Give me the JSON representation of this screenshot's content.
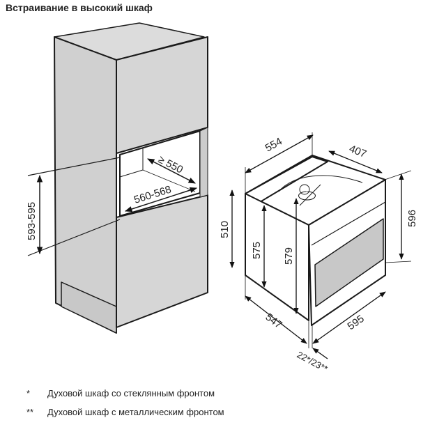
{
  "title": "Встраивание в высокий шкаф",
  "cabinet_dims": {
    "height": "593-595",
    "depth": "≥ 550",
    "width": "560-568"
  },
  "oven_dims": {
    "top_width": "554",
    "top_depth": "407",
    "height_right": "596",
    "height_left": "510",
    "side_575": "575",
    "side_579": "579",
    "depth": "547",
    "width": "595",
    "front": "22*/23**"
  },
  "footnotes": [
    {
      "mark": "*",
      "text": "Духовой шкаф со стеклянным фронтом"
    },
    {
      "mark": "**",
      "text": "Духовой шкаф с металлическим фронтом"
    }
  ],
  "colors": {
    "panel": "#d3d3d3",
    "line": "#1a1a1a",
    "window": "#c8c8c8"
  }
}
